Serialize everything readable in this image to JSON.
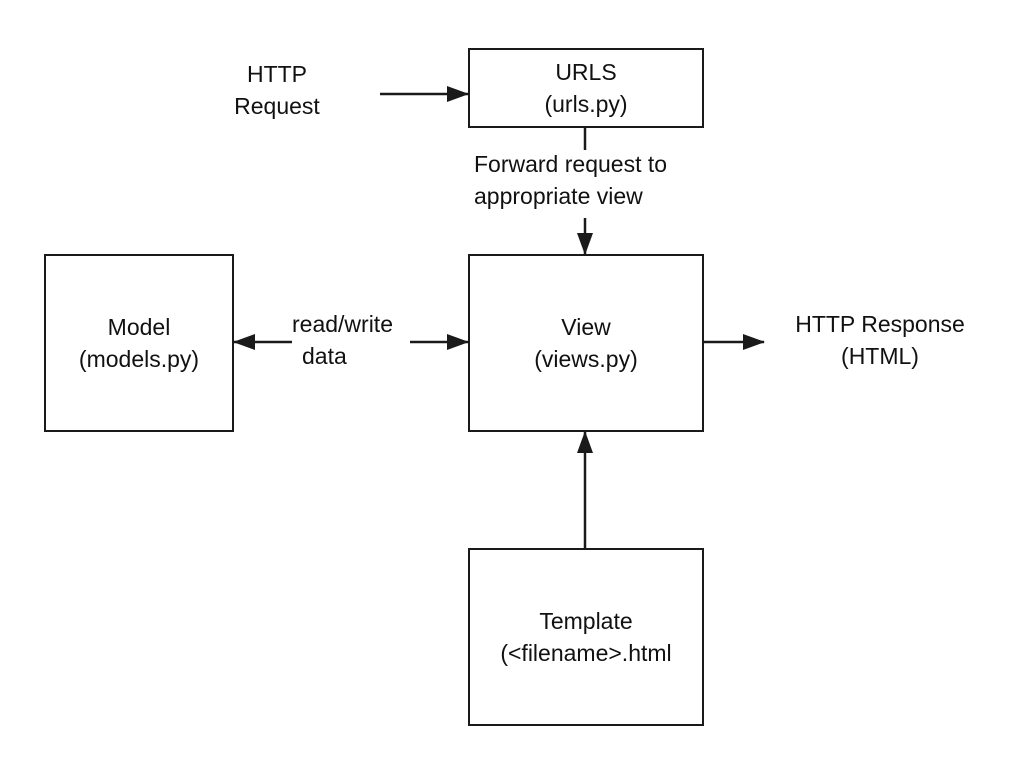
{
  "nodes": {
    "http_request": {
      "line1": "HTTP",
      "line2": "Request"
    },
    "urls": {
      "title": "URLS",
      "file": "(urls.py)"
    },
    "model": {
      "title": "Model",
      "file": "(models.py)"
    },
    "view": {
      "title": "View",
      "file": "(views.py)"
    },
    "http_response": {
      "line1": "HTTP Response",
      "line2": "(HTML)"
    },
    "template": {
      "title": "Template",
      "file": "(<filename>.html"
    }
  },
  "edges": {
    "urls_to_view": {
      "line1": "Forward request to",
      "line2": "appropriate view"
    },
    "model_view": {
      "line1": "read/write",
      "line2": "data"
    }
  },
  "colors": {
    "stroke": "#1a1a1a",
    "background": "#ffffff",
    "text": "#111111"
  }
}
